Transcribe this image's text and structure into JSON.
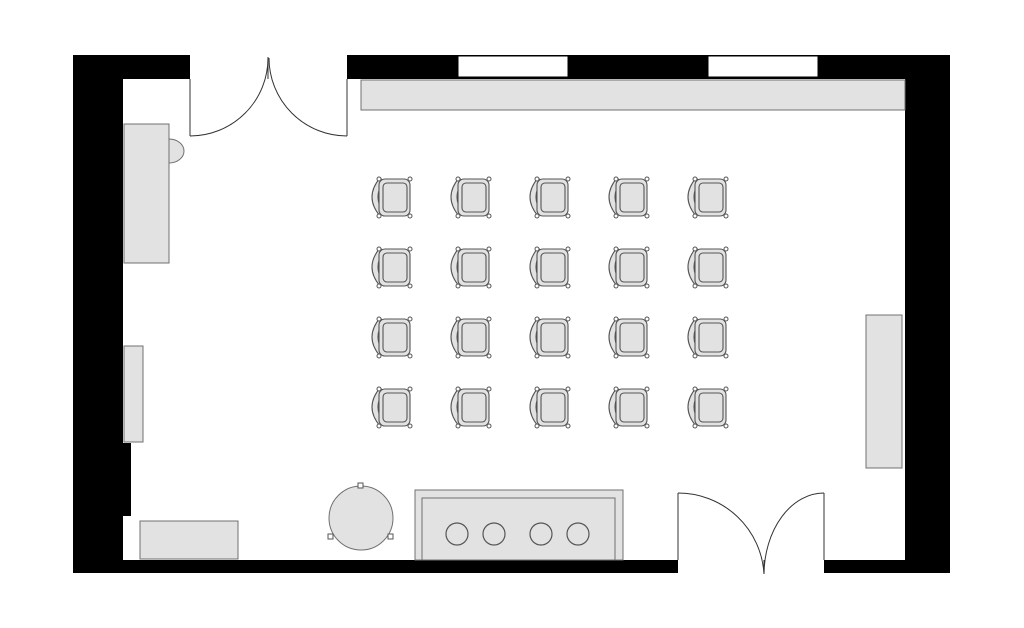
{
  "floorplan": {
    "type": "room-layout",
    "chairs": {
      "rows": 4,
      "columns": 5,
      "count": 20
    },
    "doors": 2,
    "windows": 2,
    "counter_burners": 4,
    "colors": {
      "wall": "#000000",
      "furniture_fill": "#e2e2e2",
      "outline": "#555555",
      "background": "#ffffff"
    }
  }
}
